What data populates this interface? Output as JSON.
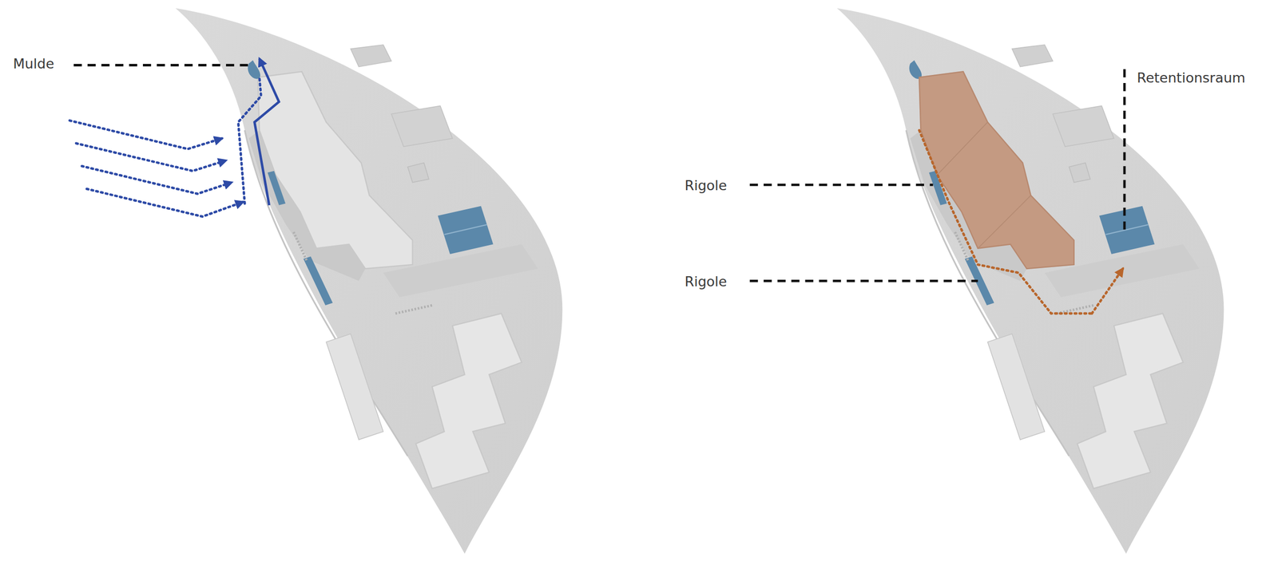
{
  "diagram": {
    "labels": [
      "Mulde",
      "Retentionsraum",
      "Rigole",
      "Rigole"
    ]
  }
}
